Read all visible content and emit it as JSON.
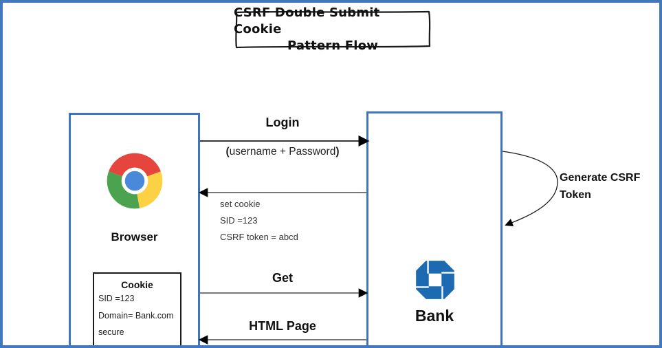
{
  "colors": {
    "frame": "#4278bd",
    "box_border": "#3f76ba",
    "shape_border": "#1a1a1a",
    "arrow": "#4a4a4a",
    "arrow_dark": "#1a1a1a",
    "chase_blue": "#1c6bb2",
    "chrome_red": "#e5453c",
    "chrome_green": "#4ba24f",
    "chrome_yellow": "#fcd143",
    "chrome_blue": "#4a88da"
  },
  "title_box": {
    "line1": "CSRF Double Submit Cookie",
    "line2": "Pattern Flow"
  },
  "browser": {
    "label": "Browser",
    "icon": "chrome-logo",
    "cookie_box": {
      "title": "Cookie",
      "lines": [
        "SID =123",
        "Domain= Bank.com",
        "secure"
      ]
    }
  },
  "bank": {
    "label": "Bank",
    "icon": "chase-logo"
  },
  "flows": {
    "login": {
      "label": "Login",
      "detail_open": "(",
      "detail": "username + Password",
      "detail_close": ")",
      "direction": "browser-to-bank"
    },
    "set_cookie": {
      "lines": [
        "set cookie",
        "SID =123",
        "CSRF token = abcd"
      ],
      "direction": "bank-to-browser"
    },
    "get": {
      "label": "Get",
      "direction": "browser-to-bank"
    },
    "html_page": {
      "label": "HTML Page",
      "direction": "bank-to-browser"
    },
    "generate_token": {
      "line1": "Generate CSRF",
      "line2": "Token"
    }
  }
}
